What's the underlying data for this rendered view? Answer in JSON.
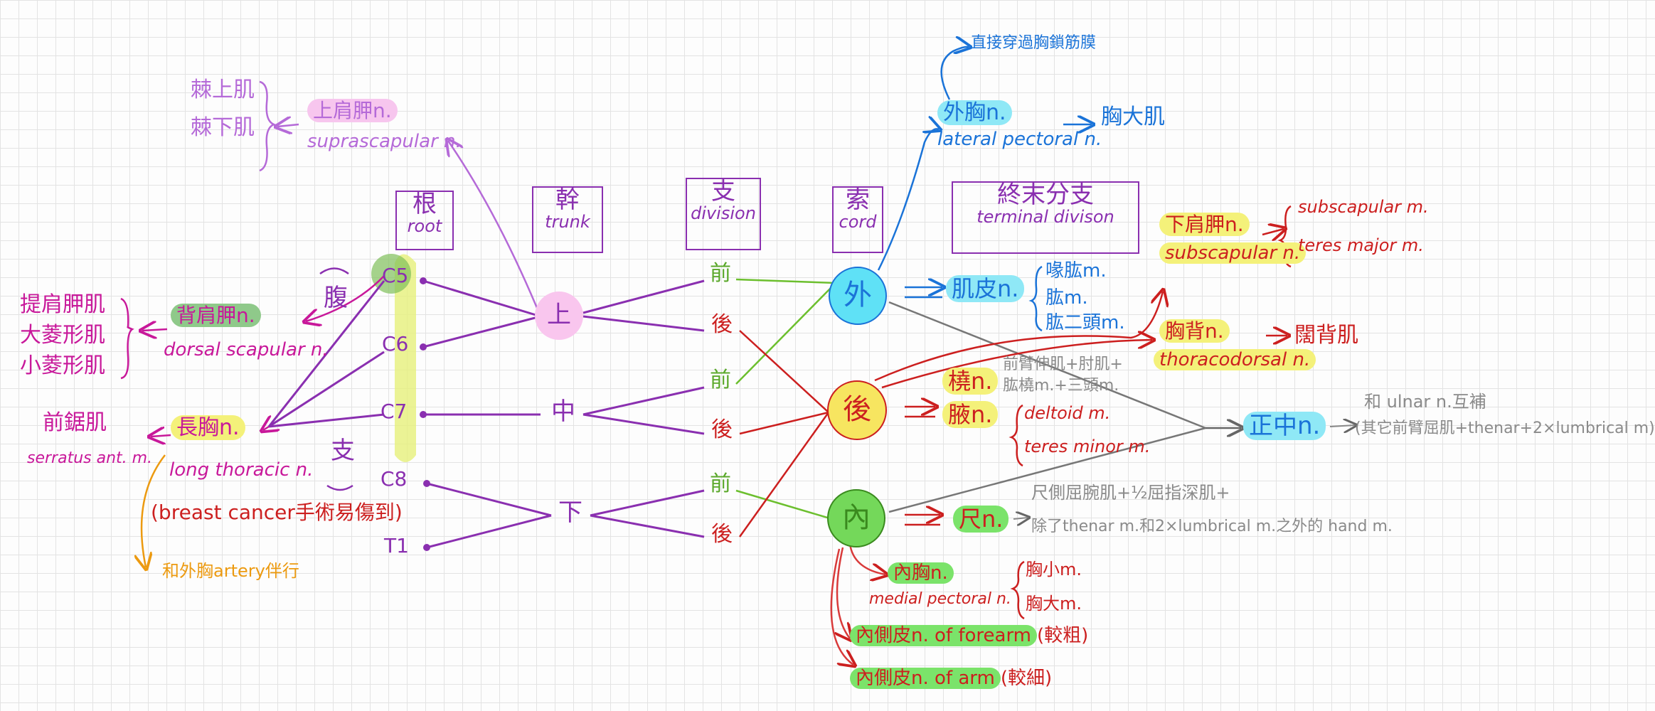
{
  "headers": {
    "root": {
      "cn": "根",
      "en": "root"
    },
    "trunk": {
      "cn": "幹",
      "en": "trunk"
    },
    "division": {
      "cn": "支",
      "en": "division"
    },
    "cord": {
      "cn": "索",
      "en": "cord"
    },
    "terminal": {
      "cn": "終末分支",
      "en": "terminal divison"
    }
  },
  "roots": [
    "C5",
    "C6",
    "C7",
    "C8",
    "T1"
  ],
  "trunks": {
    "upper": "上",
    "middle": "中",
    "lower": "下"
  },
  "divisions": {
    "anterior": "前",
    "posterior": "後"
  },
  "cords": {
    "lateral": "外",
    "posterior": "後",
    "medial": "內"
  },
  "side_labels": {
    "ventral": "腹",
    "branch": "支"
  },
  "suprascapular": {
    "cn": "上肩胛n.",
    "en": "suprascapular n.",
    "muscles": [
      "棘上肌",
      "棘下肌"
    ]
  },
  "dorsal_scapular": {
    "cn": "背肩胛n.",
    "en": "dorsal scapular n.",
    "muscles": [
      "提肩胛肌",
      "大菱形肌",
      "小菱形肌"
    ]
  },
  "long_thoracic": {
    "cn": "長胸n.",
    "en": "long thoracic n.",
    "muscle_cn": "前鋸肌",
    "muscle_en": "serratus ant. m.",
    "note": "(breast cancer手術易傷到)",
    "artery_note": "和外胸artery伴行"
  },
  "lateral_pectoral": {
    "cn": "外胸n.",
    "en": "lateral pectoral n.",
    "target": "胸大肌",
    "note": "直接穿過胸鎖筋膜"
  },
  "musculocutaneous": {
    "cn": "肌皮n.",
    "muscles": [
      "喙肱m.",
      "肱m.",
      "肱二頭m."
    ]
  },
  "subscapular": {
    "cn": "下肩胛n.",
    "en": "subscapular n.",
    "muscles": [
      "subscapular m.",
      "teres major m."
    ]
  },
  "thoracodorsal": {
    "cn": "胸背n.",
    "en": "thoracodorsal n.",
    "target": "闊背肌"
  },
  "radial": {
    "cn": "橈n.",
    "muscles": [
      "前臂伸肌+肘肌+",
      "肱橈m.+三頭m."
    ]
  },
  "axillary": {
    "cn": "腋n.",
    "muscles": [
      "deltoid m.",
      "teres minor m."
    ]
  },
  "median": {
    "cn": "正中n.",
    "note": [
      "和 ulnar n.互補",
      "(其它前臂屈肌+thenar+2×lumbrical m)"
    ]
  },
  "ulnar": {
    "cn": "尺n.",
    "note": [
      "尺側屈腕肌+½屈指深肌+",
      "除了thenar m.和2×lumbrical m.之外的 hand m."
    ]
  },
  "medial_pectoral": {
    "cn": "內胸n.",
    "en": "medial pectoral n.",
    "muscles": [
      "胸小m.",
      "胸大m."
    ]
  },
  "medial_forearm": {
    "cn": "內側皮n. of forearm",
    "note": "(較粗)"
  },
  "medial_arm": {
    "cn": "內側皮n. of arm",
    "note": "(較細)"
  },
  "colors": {
    "purple": "#8a2fb0",
    "green": "#5aa82a",
    "red": "#cc1f1f",
    "blue": "#1a73d8",
    "gray": "#777777",
    "magenta": "#c8189a"
  }
}
